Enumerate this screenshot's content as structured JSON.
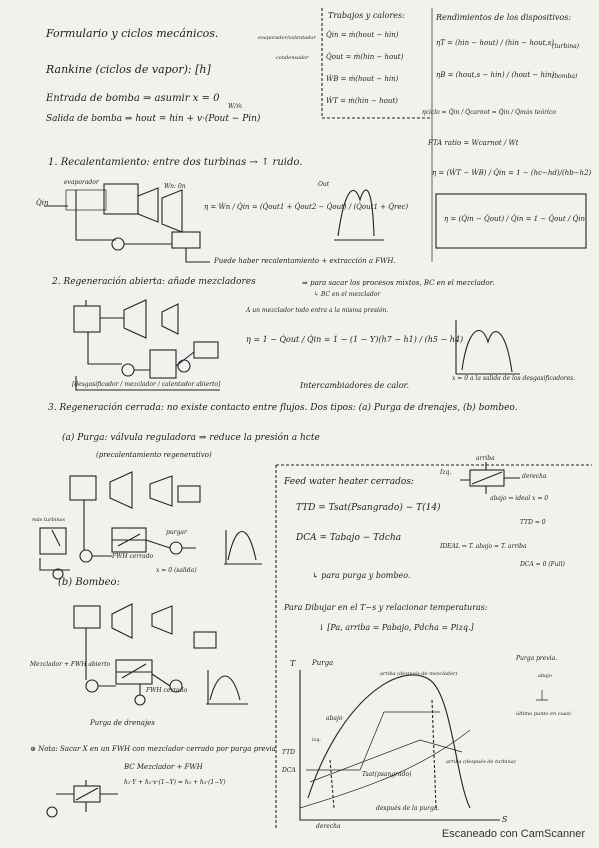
{
  "header": {
    "title": "Formulario y ciclos mecánicos.",
    "rankine": "Rankine (ciclos de vapor): [h]",
    "entrada": "Entrada de bomba ⇒ asumir x = 0",
    "salida": "Salida de bomba ⇒ hout = hin + v·(Pout − Pin)",
    "salida_frac": "W/ṁ"
  },
  "trabajos": {
    "title": "Trabajos y calores:",
    "rows": [
      {
        "label": "evaporador/calentador",
        "eq": "Q̇in = ṁ(hout − hin)"
      },
      {
        "label": "condensador",
        "eq": "Q̇out = ṁ(hin − hout)"
      },
      {
        "label": "",
        "eq": "ẆB = ṁ(hout − hin)"
      },
      {
        "label": "",
        "eq": "ẆT = ṁ(hin − hout)"
      }
    ]
  },
  "rendimientos": {
    "title": "Rendimientos de los dispositivos:",
    "turbina": "ηT = (hin − hout) / (hin − hout,s)",
    "turbina_tag": "(turbina)",
    "bomba": "ηB = (hout,s − hin) / (hout − hin)",
    "bomba_tag": "(bomba)",
    "ciclo": "ηciclo = Q̇in / Q̇carnot = Q̇in / Q̇máx teórico",
    "fta": "FTA ratio = Wcarnot / Wt",
    "eta_w": "η = (ẆT − ẆB) / Q̇in = 1 − (hc−hd)/(hb−h2)",
    "eta_q": "η = (Q̇in − Q̇out) / Q̇in = 1 − Q̇out / Q̇in"
  },
  "s1": {
    "title": "1. Recalentamiento: entre dos turbinas → ↑ ruido.",
    "evaporador": "evaporador",
    "wn": "Wn: 0n",
    "out": "Out",
    "qin": "Q̇in",
    "formula": "η = Ẇn / Q̇in = (Q̇out1 + Q̇out2 − Q̇out) / (Q̇out1 + Q̇rec)",
    "note": "Puede haber recalentamiento + extracción a FWH."
  },
  "s2": {
    "title": "2. Regeneración abierta: añade mezcladores",
    "arrow_note": "⇒ para sacar los procesos mixtos, BC en el mezclador.",
    "sub_note": "↳ BC en el mezclador",
    "mezclador": "A un mezclador todo entra a la misma presión.",
    "formula": "η = 1 − Q̇out / Q̇in = 1 − (1 − Y)(h7 − h1) / (h5 − h4)",
    "bracket": "[desgasificador / mezclador / calentador abierto]",
    "inter": "Intercambiadores de calor.",
    "xp": "x = 0   a la salida de los desgasificadores."
  },
  "s3": {
    "title": "3. Regeneración cerrada: no existe contacto entre flujos. Dos tipos: (a) Purga de drenajes, (b) bombeo.",
    "purga": "(a) Purga: válvula reguladora ⇒ reduce la presión a hcte",
    "precal": "(precalentamiento regenerativo)",
    "fwh": "FWH cerrado",
    "purgar": "purgar",
    "x0": "x = 0 (salida)",
    "mas": "más turbinas",
    "bomba": "(b) Bombeo:",
    "mezclador_fwh": "Mezclador + FWH abierto",
    "fwh2": "FWH cerrado",
    "purga_drenajes": "Purga de drenajes"
  },
  "fwh": {
    "title": "Feed water heater cerrados:",
    "ttd": "TTD = Tsat(Psangrado) − T(14)",
    "dca": "DCA = Tabajo − Tdcha",
    "note": "↳ para purga y bombeo.",
    "izq": "Izq.",
    "arriba": "arriba",
    "derecha": "derecha",
    "abajo": "abajo ⇒ ideal x = 0",
    "ttd0": "TTD = 0",
    "ideal": "IDEAL ⇒ T. abajo = T. arriba",
    "dcafull": "DCA = 0 (Full)"
  },
  "ts": {
    "title": "Para Dibujar en el T−s y relacionar temperaturas:",
    "rule": "↓ [Pa, arriba = Pabajo, Pdcha = Pizq.]",
    "t_axis": "T",
    "s_axis": "S",
    "purga": "Purga",
    "arriba": "arriba (después de mezclador)",
    "purga_previa": "Purga previa.",
    "abajo_lbl": "abajo",
    "izq": "izq.",
    "abajo_small": "abajo",
    "ultimo": "último punto en cuasi",
    "ttd": "TTD",
    "dca": "DCA",
    "tsat": "Tsat(psangrado)",
    "arriba_turbina": "arriba (después de turbina)",
    "despues": "después de la purga.",
    "derecha": "derecha"
  },
  "nota": {
    "text": "⊛ Nota: Sacar X en un FWH con mezclador cerrado por purga previa",
    "bc": "BC Mezclador + FWH",
    "eq": "h₁·Y + h₂·v·(1−Y) = h₅ + h₃·(1−Y)"
  },
  "footer": "Escaneado con CamScanner"
}
